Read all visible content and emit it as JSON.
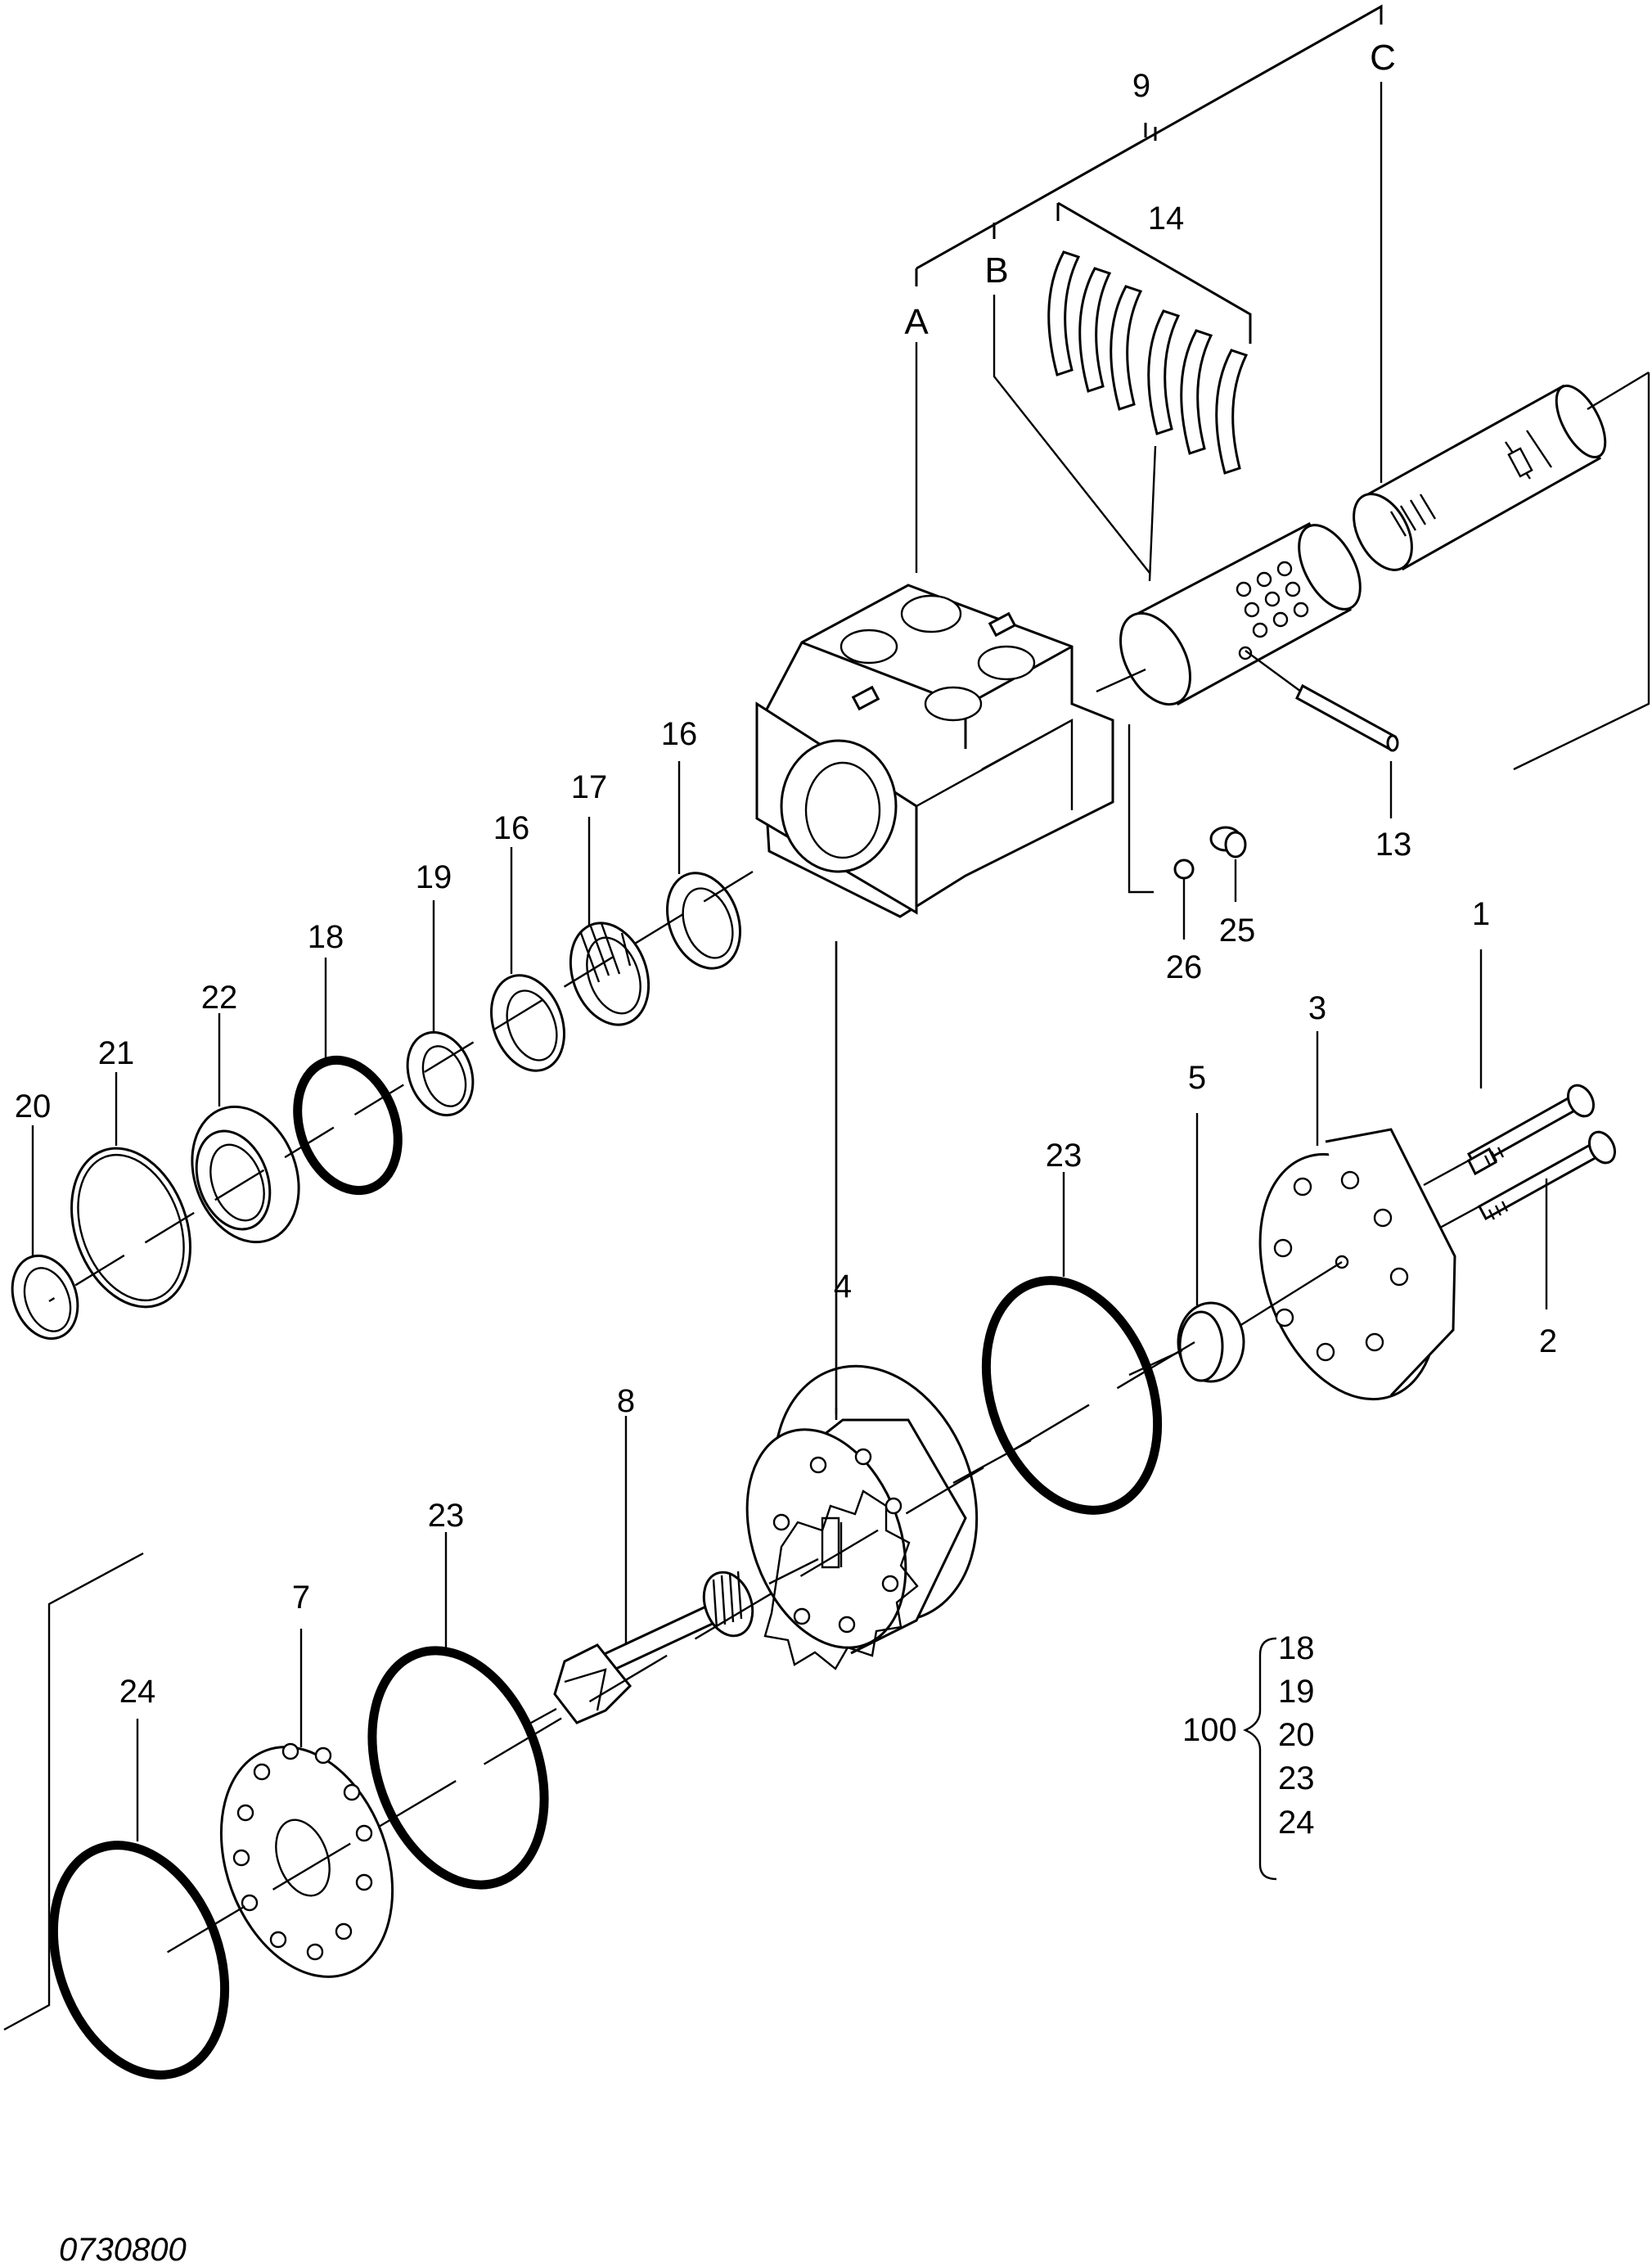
{
  "callouts": {
    "n9": "9",
    "nC": "C",
    "n14": "14",
    "nB": "B",
    "nA": "A",
    "n16a": "16",
    "n17": "17",
    "n16b": "16",
    "n19": "19",
    "n18": "18",
    "n22": "22",
    "n21": "21",
    "n20": "20",
    "n13": "13",
    "n25": "25",
    "n26": "26",
    "n1": "1",
    "n3": "3",
    "n5": "5",
    "n23a": "23",
    "n2": "2",
    "n4": "4",
    "n8": "8",
    "n23b": "23",
    "n7": "7",
    "n24": "24"
  },
  "kit": {
    "label": "100",
    "items": [
      "18",
      "19",
      "20",
      "23",
      "24"
    ]
  },
  "drawing_code": "0730800"
}
